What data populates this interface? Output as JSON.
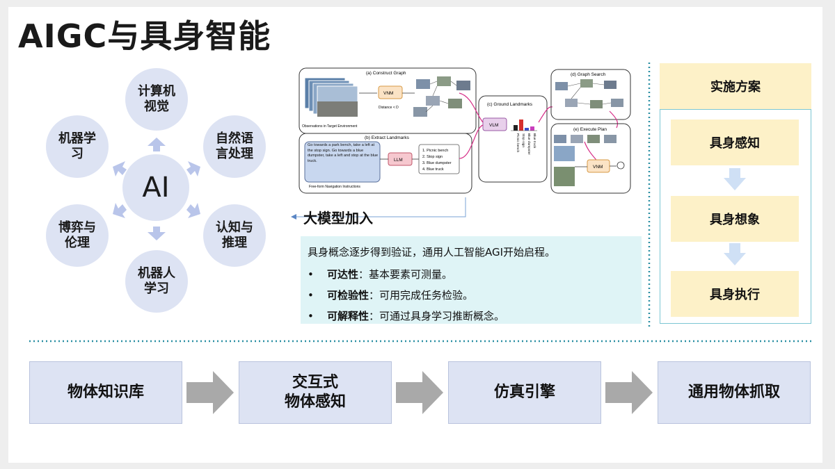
{
  "title": "AIGC与具身智能",
  "ai_diagram": {
    "center": "AI",
    "nodes": [
      {
        "line1": "计算机",
        "line2": "视觉"
      },
      {
        "line1": "自然语",
        "line2": "言处理"
      },
      {
        "line1": "认知与",
        "line2": "推理"
      },
      {
        "line1": "机器人",
        "line2": "学习"
      },
      {
        "line1": "博弈与",
        "line2": "伦理"
      },
      {
        "line1": "机器学",
        "line2": "习"
      }
    ]
  },
  "figure": {
    "panel_a": "(a) Construct Graph",
    "panel_b": "(b) Extract Landmarks",
    "panel_c": "(c) Ground Landmarks",
    "panel_d": "(d) Graph Search",
    "panel_e": "(e) Execute Plan",
    "obs_caption": "Observations in Target Environment",
    "vnm": "VNM",
    "distance": "Distance < D",
    "llm": "LLM",
    "vlm": "VLM",
    "instruction": "Go towards a park bench, take a left at the stop sign. Go towards a blue dumpster, take a left and stop at the blue truck.",
    "instruction_caption": "Free-form Navigation Instructions",
    "landmarks": [
      "1. Picnic bench",
      "2. Stop sign",
      "3. Blue dumpster",
      "4. Blue truck"
    ],
    "bar_labels": [
      "Picnic bench",
      "Stop sign",
      "Blue dumpster",
      "Blue truck"
    ]
  },
  "caption": "大模型加入",
  "callout": {
    "intro": "具身概念逐步得到验证，通用人工智能AGI开始启程。",
    "items": [
      {
        "bold": "可达性",
        "text": "：基本要素可测量。"
      },
      {
        "bold": "可检验性",
        "text": "：可用完成任务检验。"
      },
      {
        "bold": "可解释性",
        "text": "：可通过具身学习推断概念。"
      }
    ],
    "bullet": "•"
  },
  "plan": {
    "header": "实施方案",
    "steps": [
      "具身感知",
      "具身想象",
      "具身执行"
    ]
  },
  "pipeline": [
    {
      "line1": "物体知识库",
      "line2": ""
    },
    {
      "line1": "交互式",
      "line2": "物体感知"
    },
    {
      "line1": "仿真引擎",
      "line2": ""
    },
    {
      "line1": "通用物体抓取",
      "line2": ""
    }
  ],
  "colors": {
    "node_fill": "#dde3f3",
    "arrow_fill": "#b9c5ea",
    "plan_fill": "#fdf1c8",
    "callout_fill": "#dff4f6",
    "dotted_line": "#2a8fa3"
  }
}
